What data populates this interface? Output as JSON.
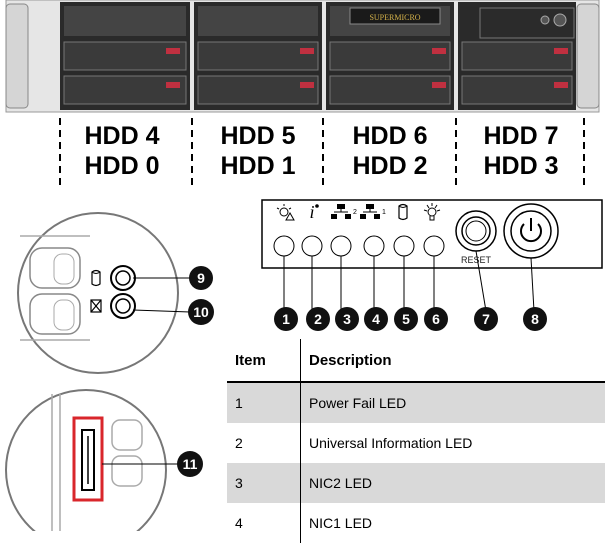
{
  "drive_labels": [
    {
      "top": "HDD 4",
      "bottom": "HDD 0"
    },
    {
      "top": "HDD 5",
      "bottom": "HDD 1"
    },
    {
      "top": "HDD 6",
      "bottom": "HDD 2"
    },
    {
      "top": "HDD 7",
      "bottom": "HDD 3"
    }
  ],
  "bezel_logo": "SUPERMICRO",
  "reset_label": "RESET",
  "callouts": [
    "1",
    "2",
    "3",
    "4",
    "5",
    "6",
    "7",
    "8",
    "9",
    "10",
    "11"
  ],
  "table": {
    "headers": [
      "Item",
      "Description"
    ],
    "rows": [
      {
        "item": "1",
        "description": "Power Fail LED"
      },
      {
        "item": "2",
        "description": "Universal Information LED"
      },
      {
        "item": "3",
        "description": "NIC2 LED"
      },
      {
        "item": "4",
        "description": "NIC1 LED"
      }
    ]
  },
  "colors": {
    "callout": "#111111",
    "highlight": "#d9262b",
    "row_shade": "#d9d9d9"
  }
}
